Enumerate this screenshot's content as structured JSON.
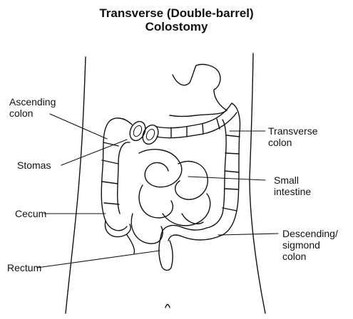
{
  "diagram": {
    "title_line1": "Transverse (Double-barrel)",
    "title_line2": "Colostomy",
    "labels": {
      "ascending_colon": "Ascending\ncolon",
      "stomas": "Stomas",
      "cecum": "Cecum",
      "rectum": "Rectum",
      "transverse_colon": "Transverse\ncolon",
      "small_intestine": "Small\nintestine",
      "descending_sigmoid_colon": "Descending/\nsigmond\ncolon"
    }
  }
}
